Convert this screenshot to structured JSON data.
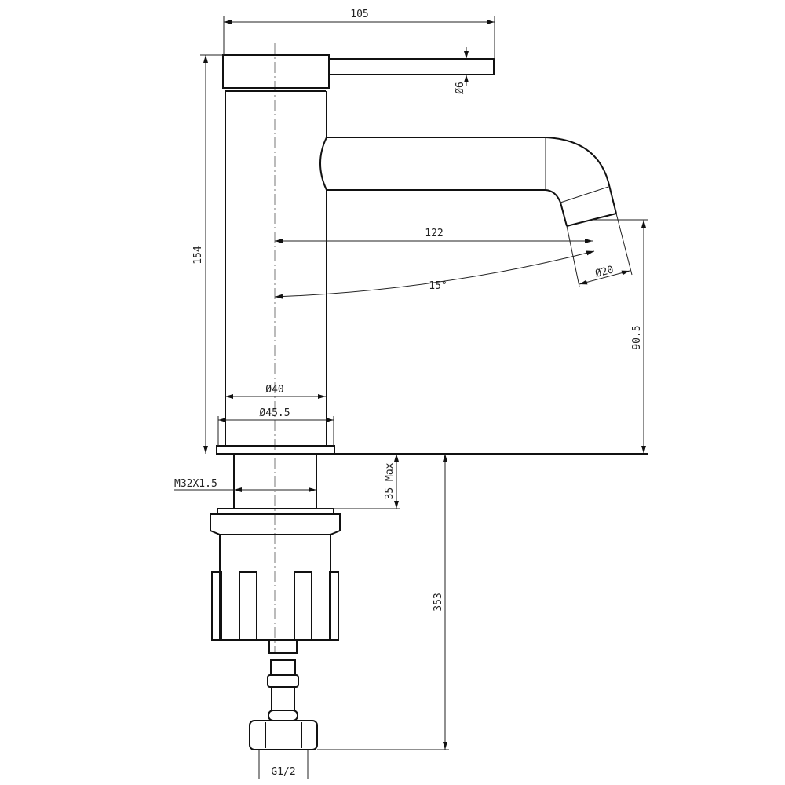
{
  "drawing": {
    "line_color": "#111111",
    "background": "#ffffff",
    "dimensions": {
      "overall_length": "105",
      "lever_diameter": "Ø6",
      "height_body": "154",
      "spout_reach": "122",
      "spout_angle": "15°",
      "outlet_diameter": "Ø20",
      "outlet_height": "90.5",
      "body_diameter": "Ø40",
      "base_diameter": "Ø45.5",
      "thread": "M32X1.5",
      "deck_thickness": "35 Max",
      "total_below": "353",
      "connection": "G1/2"
    }
  }
}
